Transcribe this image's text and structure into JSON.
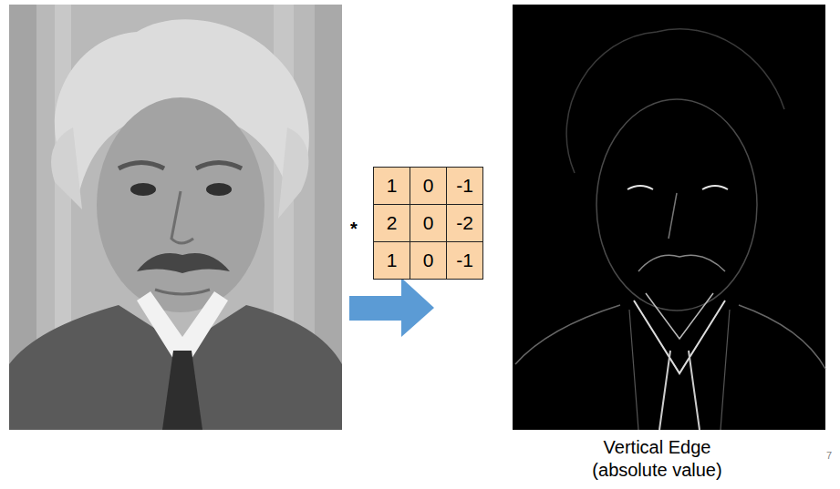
{
  "diagram": {
    "caption": "Vertical Edge (absolute value)",
    "labels": [
      "*",
      "1",
      "0",
      "-1",
      "2",
      "0",
      "-2",
      "1",
      "0",
      "-1",
      "7"
    ]
  }
}
